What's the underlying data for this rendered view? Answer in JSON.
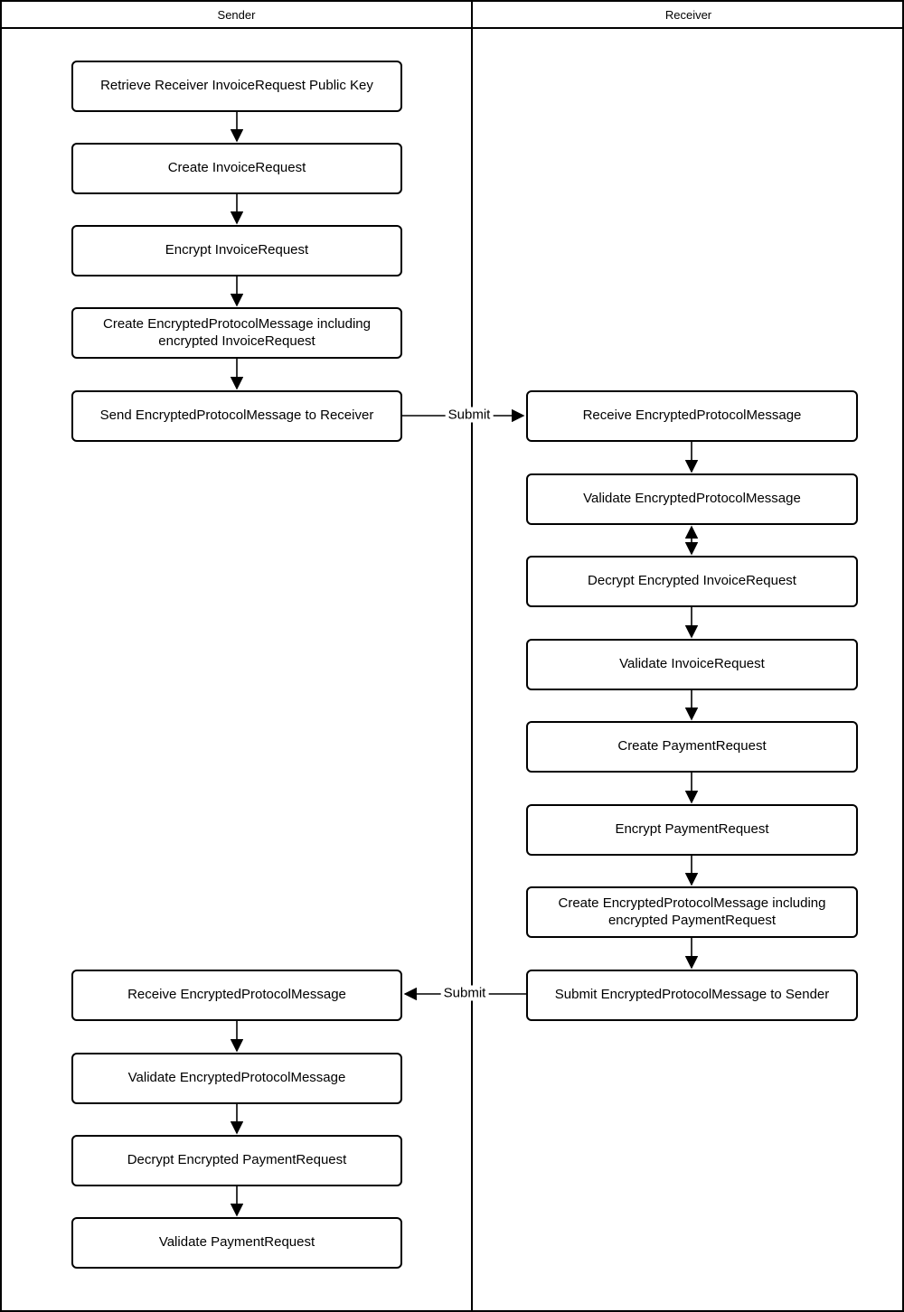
{
  "diagram": {
    "lanes": [
      {
        "title": "Sender"
      },
      {
        "title": "Receiver"
      }
    ],
    "sender_nodes": [
      {
        "label": "Retrieve Receiver InvoiceRequest Public Key"
      },
      {
        "label": "Create InvoiceRequest"
      },
      {
        "label": "Encrypt InvoiceRequest"
      },
      {
        "label": "Create EncryptedProtocolMessage including encrypted InvoiceRequest"
      },
      {
        "label": "Send EncryptedProtocolMessage to Receiver"
      },
      {
        "label": "Receive EncryptedProtocolMessage"
      },
      {
        "label": "Validate EncryptedProtocolMessage"
      },
      {
        "label": "Decrypt Encrypted PaymentRequest"
      },
      {
        "label": "Validate PaymentRequest"
      }
    ],
    "receiver_nodes": [
      {
        "label": "Receive EncryptedProtocolMessage"
      },
      {
        "label": "Validate EncryptedProtocolMessage"
      },
      {
        "label": "Decrypt Encrypted InvoiceRequest"
      },
      {
        "label": "Validate InvoiceRequest"
      },
      {
        "label": "Create PaymentRequest"
      },
      {
        "label": "Encrypt PaymentRequest"
      },
      {
        "label": "Create EncryptedProtocolMessage including encrypted PaymentRequest"
      },
      {
        "label": "Submit EncryptedProtocolMessage to Sender"
      }
    ],
    "connector_labels": {
      "submit_to_receiver": "Submit",
      "submit_to_sender": "Submit"
    },
    "colors": {
      "border": "#000000",
      "background": "#ffffff",
      "text": "#000000"
    }
  }
}
